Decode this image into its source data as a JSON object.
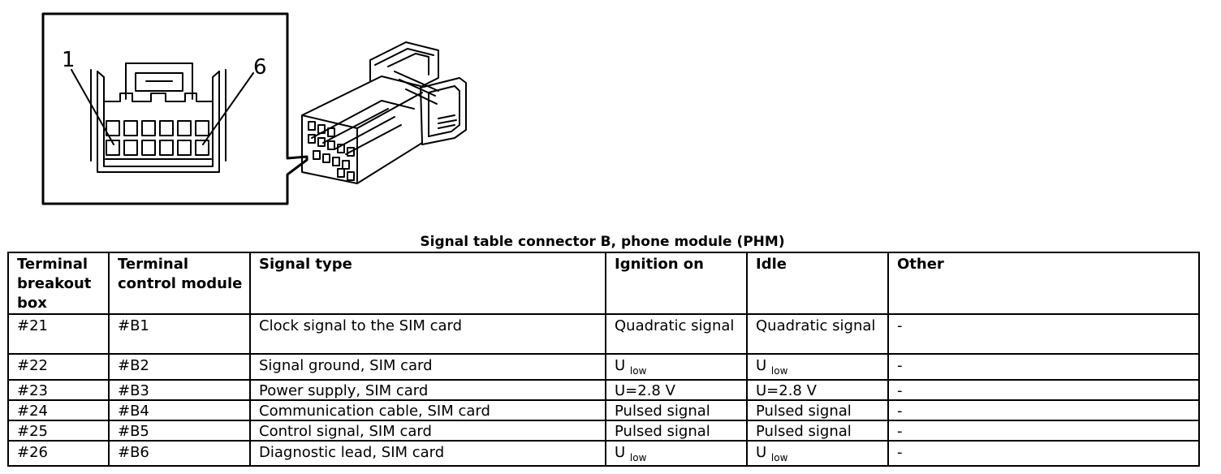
{
  "figure": {
    "pin_labels": [
      "1",
      "6"
    ]
  },
  "table": {
    "title": "Signal table connector B, phone module (PHM)",
    "headers": [
      "Terminal breakout box",
      "Terminal control module",
      "Signal type",
      "Ignition on",
      "Idle",
      "Other"
    ],
    "rows": [
      {
        "breakout": "#21",
        "control": "#B1",
        "signal": "Clock signal to the SIM card",
        "ignition": "Quadratic signal",
        "idle": "Quadratic signal",
        "other": "-"
      },
      {
        "breakout": "#22",
        "control": "#B2",
        "signal": "Signal ground, SIM card",
        "ignition": "U",
        "ignition_sub": "low",
        "idle": "U",
        "idle_sub": "low",
        "other": "-"
      },
      {
        "breakout": "#23",
        "control": "#B3",
        "signal": "Power supply, SIM card",
        "ignition": "U=2.8 V",
        "idle": "U=2.8 V",
        "other": "-"
      },
      {
        "breakout": "#24",
        "control": "#B4",
        "signal": "Communication cable, SIM card",
        "ignition": "Pulsed signal",
        "idle": "Pulsed signal",
        "other": "-"
      },
      {
        "breakout": "#25",
        "control": "#B5",
        "signal": "Control signal, SIM card",
        "ignition": "Pulsed signal",
        "idle": "Pulsed signal",
        "other": "-"
      },
      {
        "breakout": "#26",
        "control": "#B6",
        "signal": "Diagnostic lead, SIM card",
        "ignition": "U",
        "ignition_sub": "low",
        "idle": "U",
        "idle_sub": "low",
        "other": "-"
      }
    ]
  }
}
